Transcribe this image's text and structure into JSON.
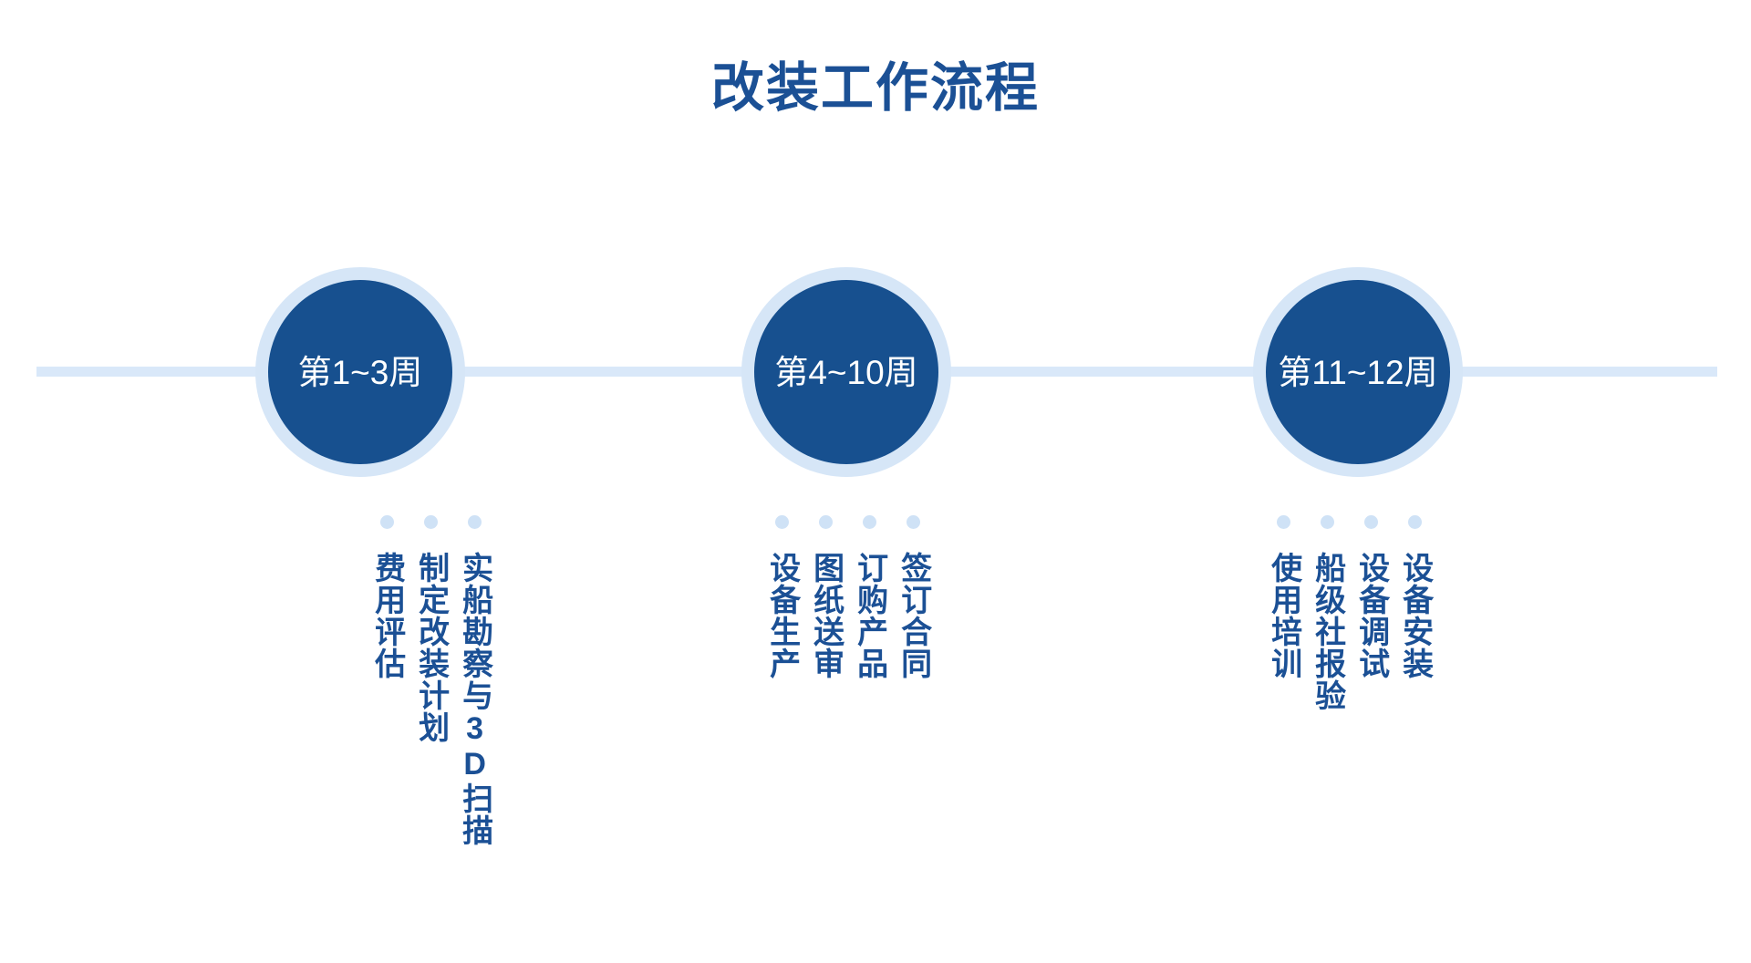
{
  "title": "改装工作流程",
  "colors": {
    "brand_dark_blue": "#17508f",
    "brand_text_blue": "#1b5095",
    "light_blue_ring": "#d6e6f7",
    "axis_line": "#d9e8f9",
    "dot": "#cfe2f6",
    "background": "#ffffff",
    "circle_label_text": "#ffffff"
  },
  "timeline": {
    "axis_label": "timeline-axis",
    "stages": [
      {
        "id": "stage-1",
        "period": "第1~3周",
        "tasks": [
          {
            "text": "实船勘察与3D扫描"
          },
          {
            "text": "制定改装计划"
          },
          {
            "text": "费用评估"
          }
        ]
      },
      {
        "id": "stage-2",
        "period": "第4~10周",
        "tasks": [
          {
            "text": "签订合同"
          },
          {
            "text": "订购产品"
          },
          {
            "text": "图纸送审"
          },
          {
            "text": "设备生产"
          }
        ]
      },
      {
        "id": "stage-3",
        "period": "第11~12周",
        "tasks": [
          {
            "text": "设备安装"
          },
          {
            "text": "设备调试"
          },
          {
            "text": "船级社报验"
          },
          {
            "text": "使用培训"
          }
        ]
      }
    ]
  }
}
